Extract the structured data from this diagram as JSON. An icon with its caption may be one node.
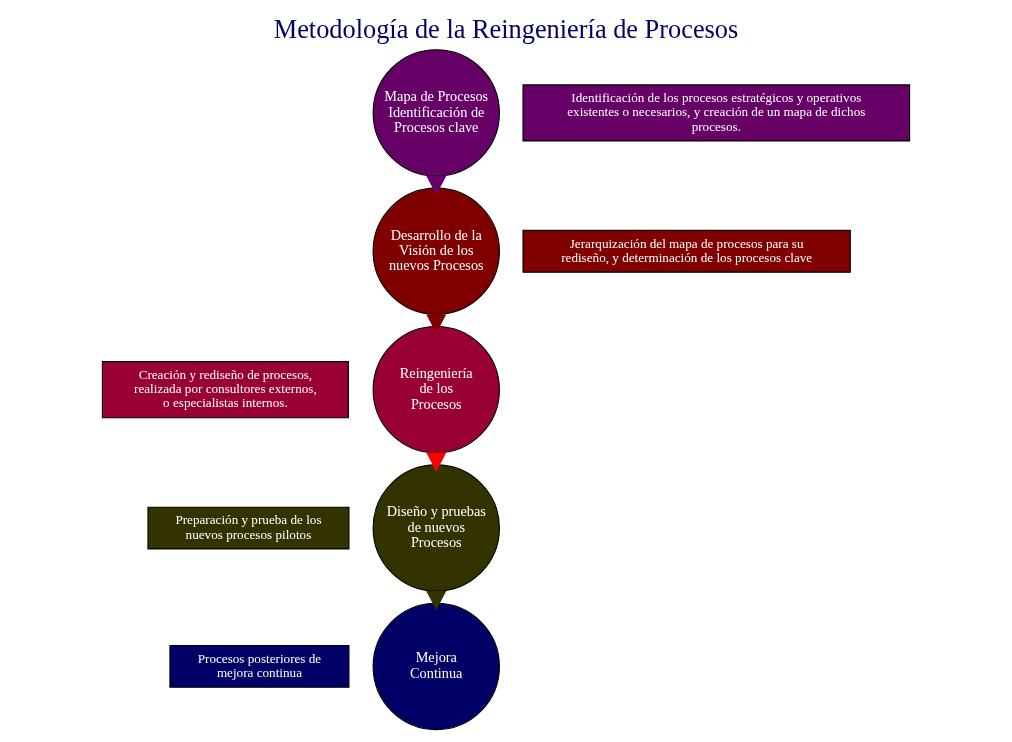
{
  "diagram": {
    "title": "Metodología de la Reingeniería de Procesos",
    "nodes": [
      {
        "text": [
          "Mapa de Procesos Identificación de Procesos clave"
        ]
      },
      {
        "text": [
          "Identificación de los procesos estratégicos y operativos existentes o necesarios, y creación de un mapa de dichos procesos."
        ]
      },
      {
        "text": [
          "Desarrollo de la Visión de los nuevos Procesos"
        ]
      },
      {
        "text": [
          "Jerarquización del mapa de procesos para su rediseño, y determinación de los procesos clave"
        ]
      },
      {
        "text": [
          "Reingeniería de los Procesos"
        ]
      },
      {
        "text": [
          "Creación y rediseño de procesos, realizada por consultores externos, o especialistas internos."
        ]
      },
      {
        "text": [
          "Diseño y pruebas de nuevos Procesos"
        ]
      },
      {
        "text": [
          "Preparación y prueba de los nuevos procesos pilotos"
        ]
      },
      {
        "text": [
          "Mejora Continua"
        ]
      },
      {
        "text": [
          "Procesos posteriores de mejora continua"
        ]
      }
    ],
    "edges": [
      {
        "from": 0,
        "to": 2,
        "arrow": "to",
        "color": "#660066"
      },
      {
        "from": 2,
        "to": 4,
        "arrow": "to",
        "color": "#800000"
      },
      {
        "from": 4,
        "to": 6,
        "arrow": "to",
        "color": "#ff0000"
      },
      {
        "from": 6,
        "to": 8,
        "arrow": "to",
        "color": "#333300"
      }
    ]
  }
}
